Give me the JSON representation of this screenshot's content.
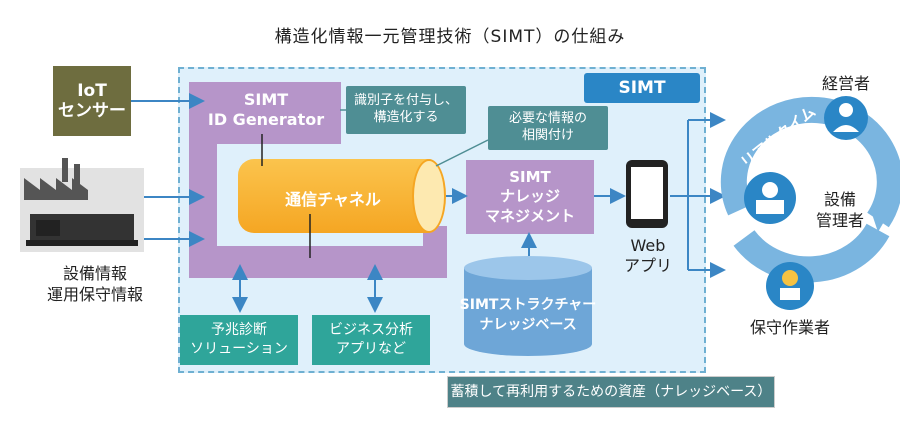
{
  "title": "構造化情報一元管理技術（SIMT）の仕組み",
  "simt_tab": "SIMT",
  "iot_sensor": {
    "line1": "IoT",
    "line2": "センサー"
  },
  "facility_label": {
    "line1": "設備情報",
    "line2": "運用保守情報"
  },
  "id_generator": {
    "line1": "SIMT",
    "line2": "ID Generator"
  },
  "callout_id": {
    "line1": "識別子を付与し、",
    "line2": "構造化する"
  },
  "callout_corr": {
    "line1": "必要な情報の",
    "line2": "相関付け"
  },
  "channel": "通信チャネル",
  "knowledge_mgmt": {
    "line1": "SIMT",
    "line2": "ナレッジ",
    "line3": "マネジメント"
  },
  "knowledge_base": {
    "line1": "SIMTストラクチャー",
    "line2": "ナレッジベース"
  },
  "accum_label": "蓄積して再利用するための資産（ナレッジベース）",
  "predict_box": {
    "line1": "予兆診断",
    "line2": "ソリューション"
  },
  "business_box": {
    "line1": "ビジネス分析",
    "line2": "アプリなど"
  },
  "web_app": {
    "line1": "Web",
    "line2": "アプリ"
  },
  "realtime": "リアルタイム",
  "roles": {
    "management": "経営者",
    "facility_mgr1": "設備",
    "facility_mgr2": "管理者",
    "maintenance": "保守作業者"
  },
  "colors": {
    "purple": "#b695c9",
    "orange": "#f5a623",
    "blue": "#2a86c6",
    "teal": "#2fa59a",
    "olive": "#6e6d3f"
  }
}
